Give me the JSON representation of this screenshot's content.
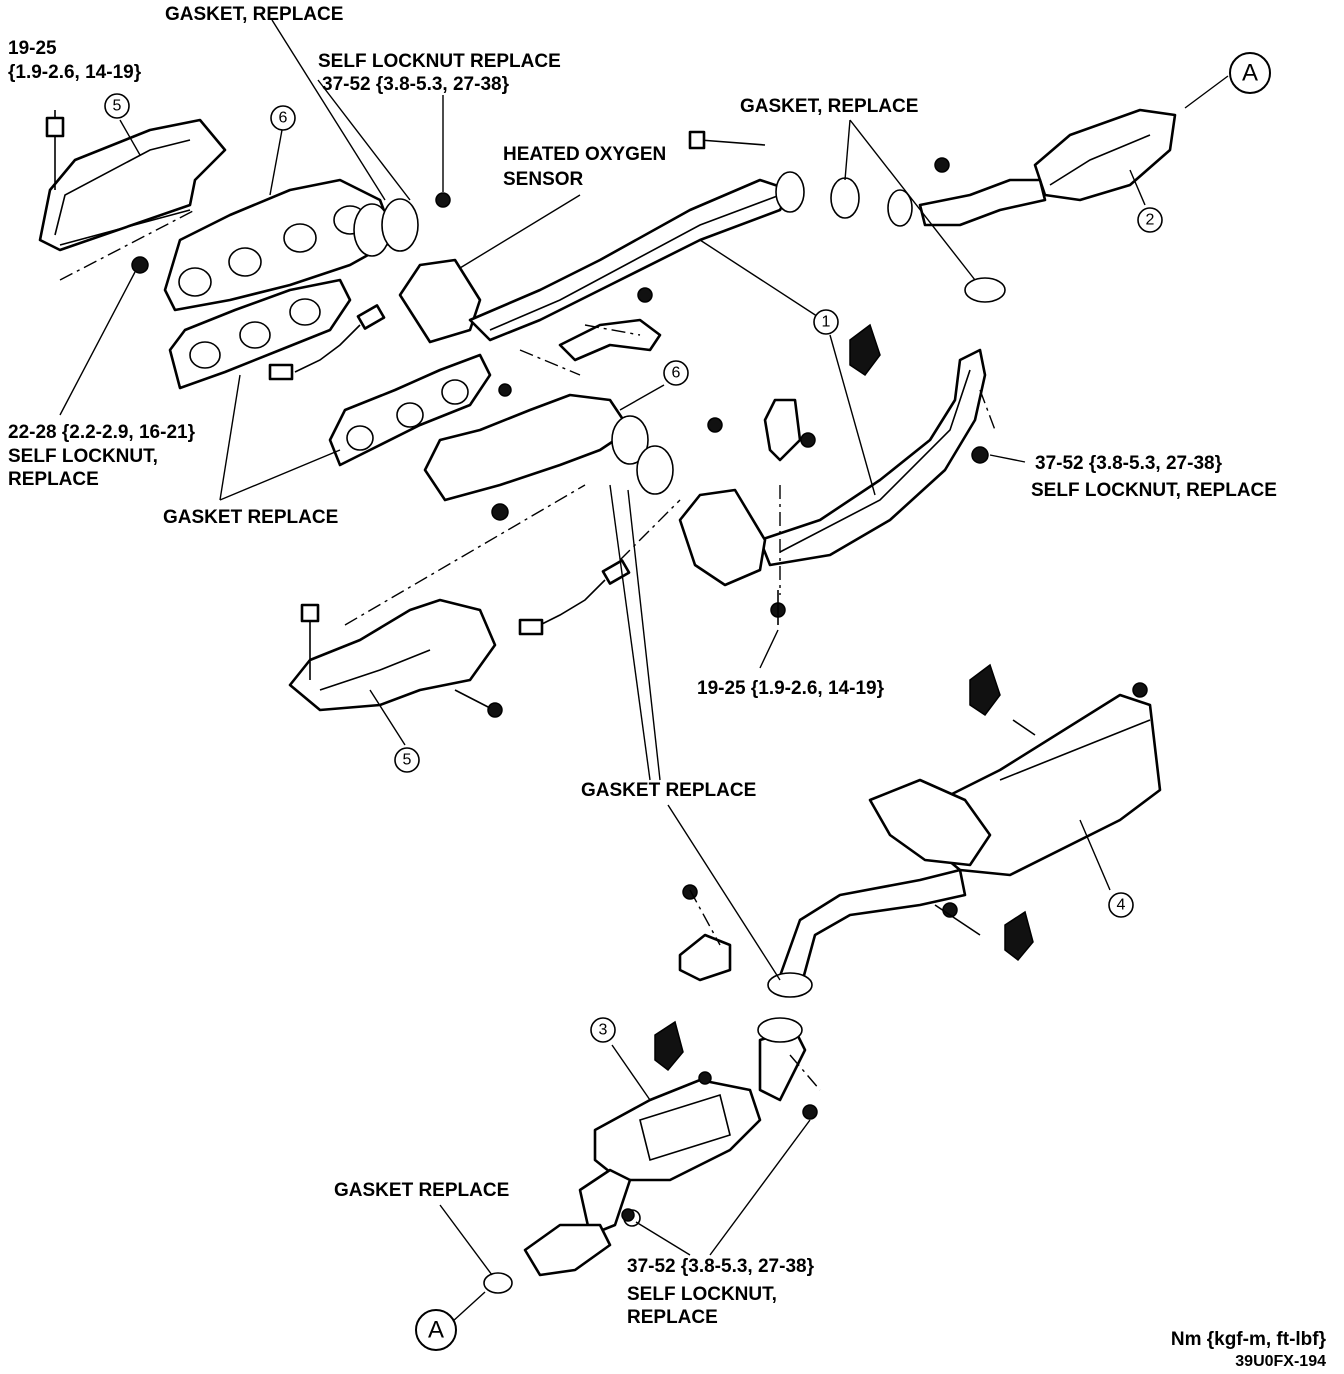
{
  "labels": {
    "torque_top_left_1": "19-25",
    "torque_top_left_2": "{1.9-2.6, 14-19}",
    "gasket_replace_top": "GASKET, REPLACE",
    "self_locknut_replace_top": "SELF LOCKNUT REPLACE",
    "torque_self_locknut_top": "37-52 {3.8-5.3, 27-38}",
    "heated_oxygen_1": "HEATED OXYGEN",
    "heated_oxygen_2": "SENSOR",
    "gasket_replace_right": "GASKET, REPLACE",
    "left_torque": "22-28 {2.2-2.9, 16-21}",
    "left_locknut_1": "SELF LOCKNUT,",
    "left_locknut_2": "REPLACE",
    "gasket_replace_mid": "GASKET REPLACE",
    "right_torque": "37-52 {3.8-5.3, 27-38}",
    "right_locknut": "SELF LOCKNUT, REPLACE",
    "mid_torque": "19-25 {1.9-2.6, 14-19}",
    "gasket_replace_center": "GASKET REPLACE",
    "gasket_replace_bottom": "GASKET REPLACE",
    "bottom_torque": "37-52 {3.8-5.3, 27-38}",
    "bottom_locknut_1": "SELF LOCKNUT,",
    "bottom_locknut_2": "REPLACE",
    "units": "Nm {kgf-m, ft-lbf}",
    "figure_code": "39U0FX-194"
  },
  "callouts": {
    "c1": "1",
    "c2": "2",
    "c3": "3",
    "c4": "4",
    "c5_top": "5",
    "c5_bottom": "5",
    "c6_top": "6",
    "c6_mid": "6",
    "ref_a_top": "A",
    "ref_a_bottom": "A"
  }
}
